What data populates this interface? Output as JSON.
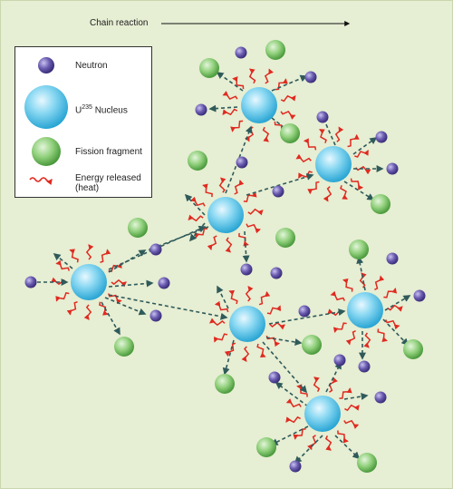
{
  "title": "Chain reaction",
  "legend": {
    "neutron": "Neutron",
    "nucleus_prefix": "U",
    "nucleus_sup": "235",
    "nucleus_suffix": " Nucleus",
    "fragment": "Fission fragment",
    "energy_line1": "Energy released",
    "energy_line2": "(heat)"
  },
  "colors": {
    "background": "#e6eed3",
    "neutron": "#6a5bb0",
    "nucleus": "#4fc3e6",
    "fragment": "#7cc26a",
    "energy": "#e02a20",
    "arrow": "#2f5a5a"
  }
}
